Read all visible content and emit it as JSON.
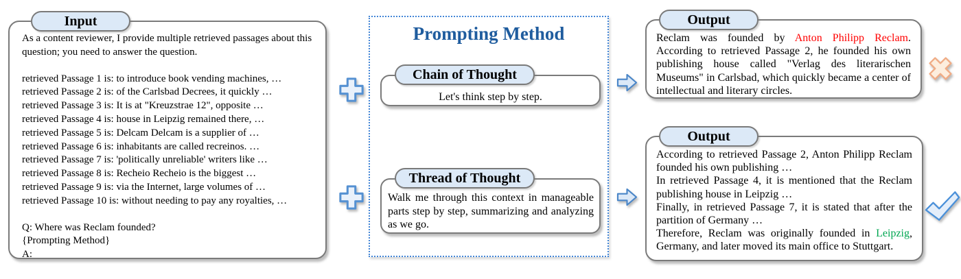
{
  "colors": {
    "red": "#ff0000",
    "green": "#00a651",
    "accent_blue": "#1f5c9e",
    "panel_border": "#7a7a7a",
    "pill_fill": "#dce9f7",
    "dashed_border": "#4285d6"
  },
  "input_panel": {
    "label": "Input",
    "intro": "As a content reviewer, I provide multiple retrieved passages about this question; you need to answer the question.",
    "passages": [
      "retrieved Passage 1 is: to introduce book vending machines, …",
      "retrieved Passage 2 is: of the Carlsbad Decrees, it quickly …",
      "retrieved Passage 3 is: It is at \"Kreuzstrae 12\", opposite …",
      "retrieved Passage 4 is: house in Leipzig remained there, …",
      "retrieved Passage 5 is: Delcam Delcam is a supplier of …",
      "retrieved Passage 6 is: inhabitants are called recreinos. …",
      "retrieved Passage 7 is: 'politically unreliable' writers like …",
      "retrieved Passage 8 is: Recheio Recheio is the biggest …",
      "retrieved Passage 9 is: via the Internet, large volumes of …",
      "retrieved Passage 10 is: without needing to pay any royalties, …"
    ],
    "question": "Q: Where was Reclam founded?",
    "method_placeholder": "{Prompting Method}",
    "answer_prefix": "A:"
  },
  "method_panel": {
    "title": "Prompting Method",
    "methods": [
      {
        "name": "Chain of Thought",
        "prompt": "Let's think step by step."
      },
      {
        "name": "Thread of Thought",
        "prompt": "Walk me through this context in manageable parts step by step, summarizing and analyzing as we go."
      }
    ]
  },
  "outputs": [
    {
      "label": "Output",
      "verdict": "incorrect",
      "paragraphs": [
        [
          {
            "t": "Reclam was founded by "
          },
          {
            "t": "Anton Philipp Reclam",
            "c": "red"
          },
          {
            "t": ". According to retrieved Passage 2, he founded his own publishing house called \"Verlag des literarischen Museums\" in Carlsbad, which quickly became a center of intellectual and literary circles."
          }
        ]
      ]
    },
    {
      "label": "Output",
      "verdict": "correct",
      "paragraphs": [
        [
          {
            "t": "According to retrieved Passage 2, Anton Philipp Reclam founded his own publishing …"
          }
        ],
        [
          {
            "t": "In retrieved Passage 4, it is mentioned that the Reclam publishing house in Leipzig …"
          }
        ],
        [
          {
            "t": "Finally, in retrieved Passage 7, it is stated that after the partition of Germany …"
          }
        ],
        [
          {
            "t": "Therefore, Reclam was originally founded in "
          },
          {
            "t": "Leipzig",
            "c": "green"
          },
          {
            "t": ", Germany, and later moved its main office to Stuttgart."
          }
        ]
      ]
    }
  ]
}
